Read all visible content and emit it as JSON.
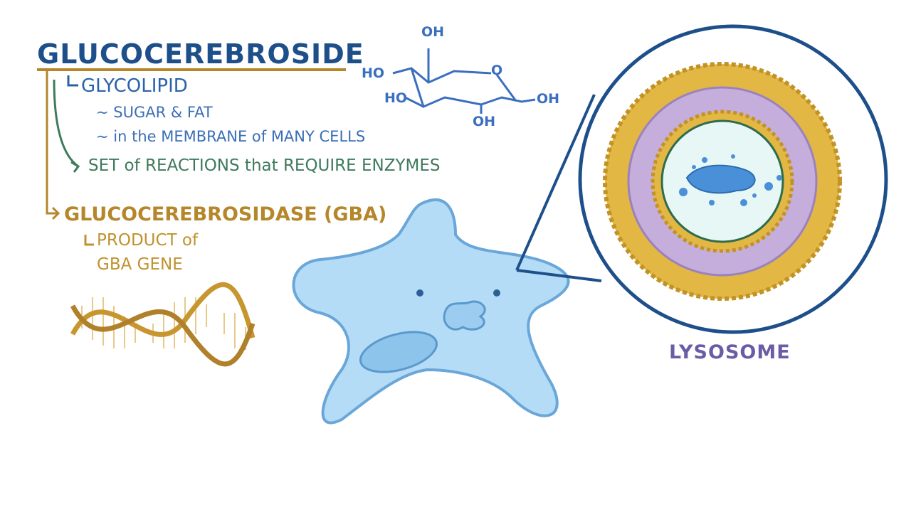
{
  "title": "GLUCOCEREBROSIDE",
  "glycolipid": {
    "label": "GLYCOLIPID",
    "points": [
      "~ SUGAR & FAT",
      "~ in the MEMBRANE of MANY CELLS"
    ]
  },
  "reactions": "SET of REACTIONS that REQUIRE ENZYMES",
  "enzyme": {
    "label": "GLUCOCEREBROSIDASE (GBA)",
    "detail_line1": "PRODUCT of",
    "detail_line2": "GBA GENE"
  },
  "molecule": {
    "labels": [
      "OH",
      "HO",
      "O",
      "HO",
      "OH",
      "OH"
    ]
  },
  "lysosome_label": "LYSOSOME",
  "colors": {
    "title": "#1d4f8a",
    "gold": "#b5862a",
    "green": "#3e7a5c",
    "cell": "#a9d6f5",
    "lysosome_purple": "#c5aedb",
    "lysosome_gold": "#e2b743"
  }
}
